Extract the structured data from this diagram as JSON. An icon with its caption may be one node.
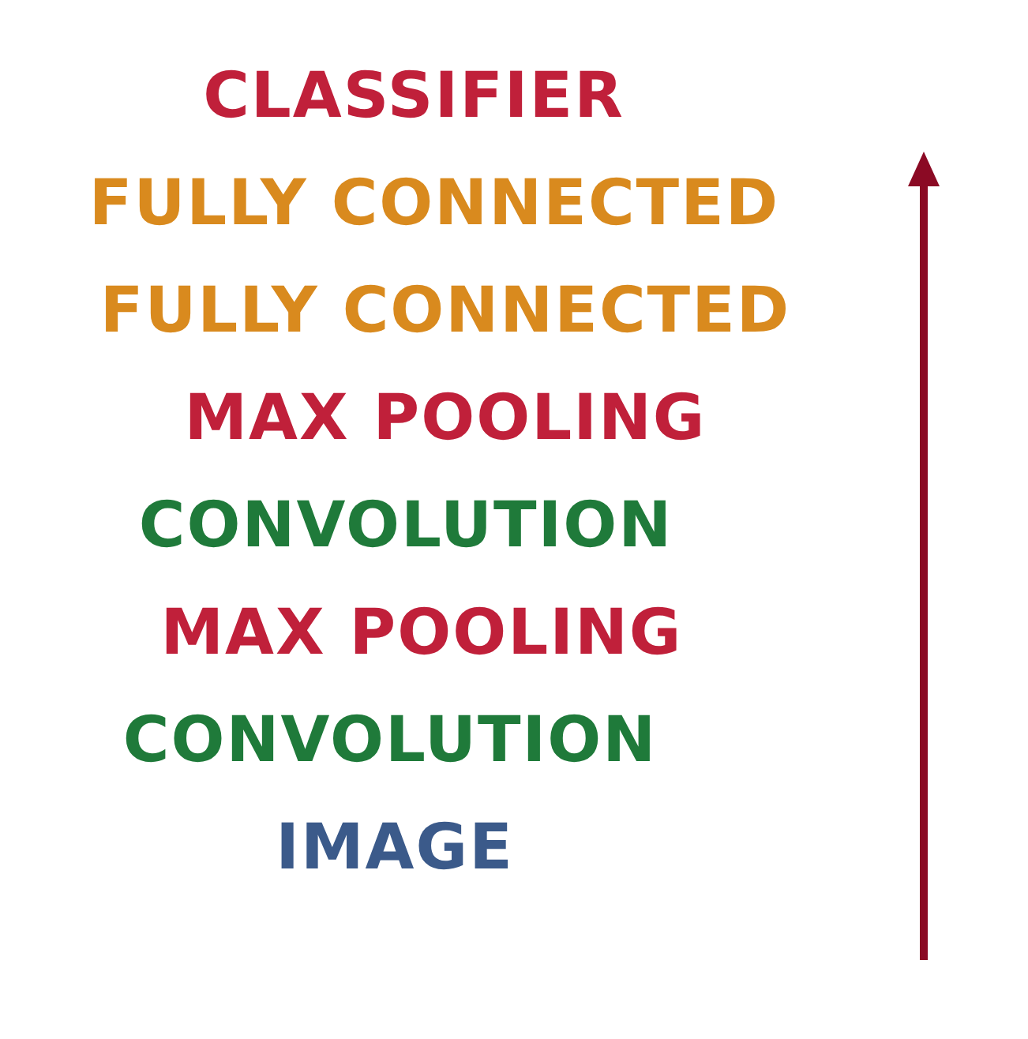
{
  "diagram": {
    "labels": [
      "CLASSIFIER",
      "FULLY CONNECTED",
      "FULLY CONNECTED",
      "MAX POOLING",
      "CONVOLUTION",
      "MAX POOLING",
      "CONVOLUTION",
      "IMAGE"
    ]
  }
}
